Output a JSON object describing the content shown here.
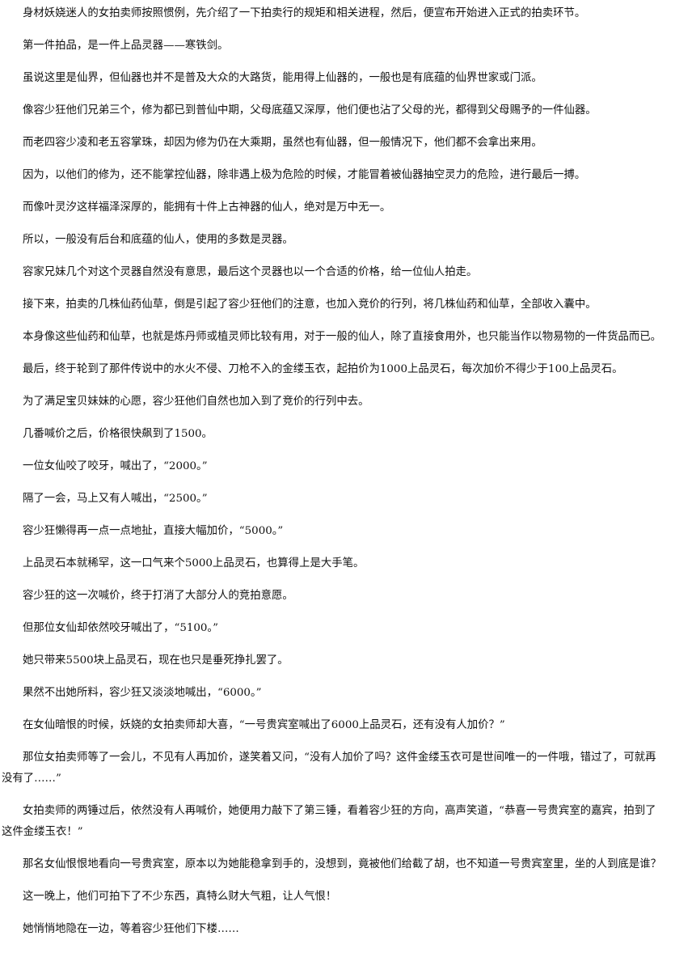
{
  "paragraphs": [
    "身材妖娆迷人的女拍卖师按照惯例，先介绍了一下拍卖行的规矩和相关进程，然后，便宣布开始进入正式的拍卖环节。",
    "第一件拍品，是一件上品灵器——寒铁剑。",
    "虽说这里是仙界，但仙器也并不是普及大众的大路货，能用得上仙器的，一般也是有底蕴的仙界世家或门派。",
    "像容少狂他们兄弟三个，修为都已到普仙中期，父母底蕴又深厚，他们便也沾了父母的光，都得到父母赐予的一件仙器。",
    "而老四容少凌和老五容掌珠，却因为修为仍在大乘期，虽然也有仙器，但一般情况下，他们都不会拿出来用。",
    "因为，以他们的修为，还不能掌控仙器，除非遇上极为危险的时候，才能冒着被仙器抽空灵力的危险，进行最后一搏。",
    "而像叶灵汐这样福泽深厚的，能拥有十件上古神器的仙人，绝对是万中无一。",
    "所以，一般没有后台和底蕴的仙人，使用的多数是灵器。",
    "容家兄妹几个对这个灵器自然没有意思，最后这个灵器也以一个合适的价格，给一位仙人拍走。",
    "接下来，拍卖的几株仙药仙草，倒是引起了容少狂他们的注意，也加入竞价的行列，将几株仙药和仙草，全部收入囊中。",
    "本身像这些仙药和仙草，也就是炼丹师或植灵师比较有用，对于一般的仙人，除了直接食用外，也只能当作以物易物的一件货品而已。",
    "最后，终于轮到了那件传说中的水火不侵、刀枪不入的金缕玉衣，起拍价为1000上品灵石，每次加价不得少于100上品灵石。",
    "为了满足宝贝妹妹的心愿，容少狂他们自然也加入到了竞价的行列中去。",
    "几番喊价之后，价格很快飙到了1500。",
    "一位女仙咬了咬牙，喊出了，“2000。”",
    "隔了一会，马上又有人喊出，“2500。”",
    "容少狂懒得再一点一点地扯，直接大幅加价，“5000。”",
    "上品灵石本就稀罕，这一口气来个5000上品灵石，也算得上是大手笔。",
    "容少狂的这一次喊价，终于打消了大部分人的竞拍意愿。",
    "但那位女仙却依然咬牙喊出了，“5100。”",
    "她只带来5500块上品灵石，现在也只是垂死挣扎罢了。",
    "果然不出她所料，容少狂又淡淡地喊出，“6000。”",
    "在女仙暗恨的时候，妖娆的女拍卖师却大喜，“一号贵宾室喊出了6000上品灵石，还有没有人加价？”",
    "那位女拍卖师等了一会儿，不见有人再加价，遂笑着又问，“没有人加价了吗？这件金缕玉衣可是世间唯一的一件哦，错过了，可就再没有了……”",
    "女拍卖师的两锤过后，依然没有人再喊价，她便用力敲下了第三锤，看着容少狂的方向，高声笑道，“恭喜一号贵宾室的嘉宾，拍到了这件金缕玉衣！”",
    "那名女仙恨恨地看向一号贵宾室，原本以为她能稳拿到手的，没想到，竟被他们给截了胡，也不知道一号贵宾室里，坐的人到底是谁？",
    "这一晚上，他们可拍下了不少东西，真特么财大气粗，让人气恨！",
    "她悄悄地隐在一边，等着容少狂他们下楼……"
  ]
}
